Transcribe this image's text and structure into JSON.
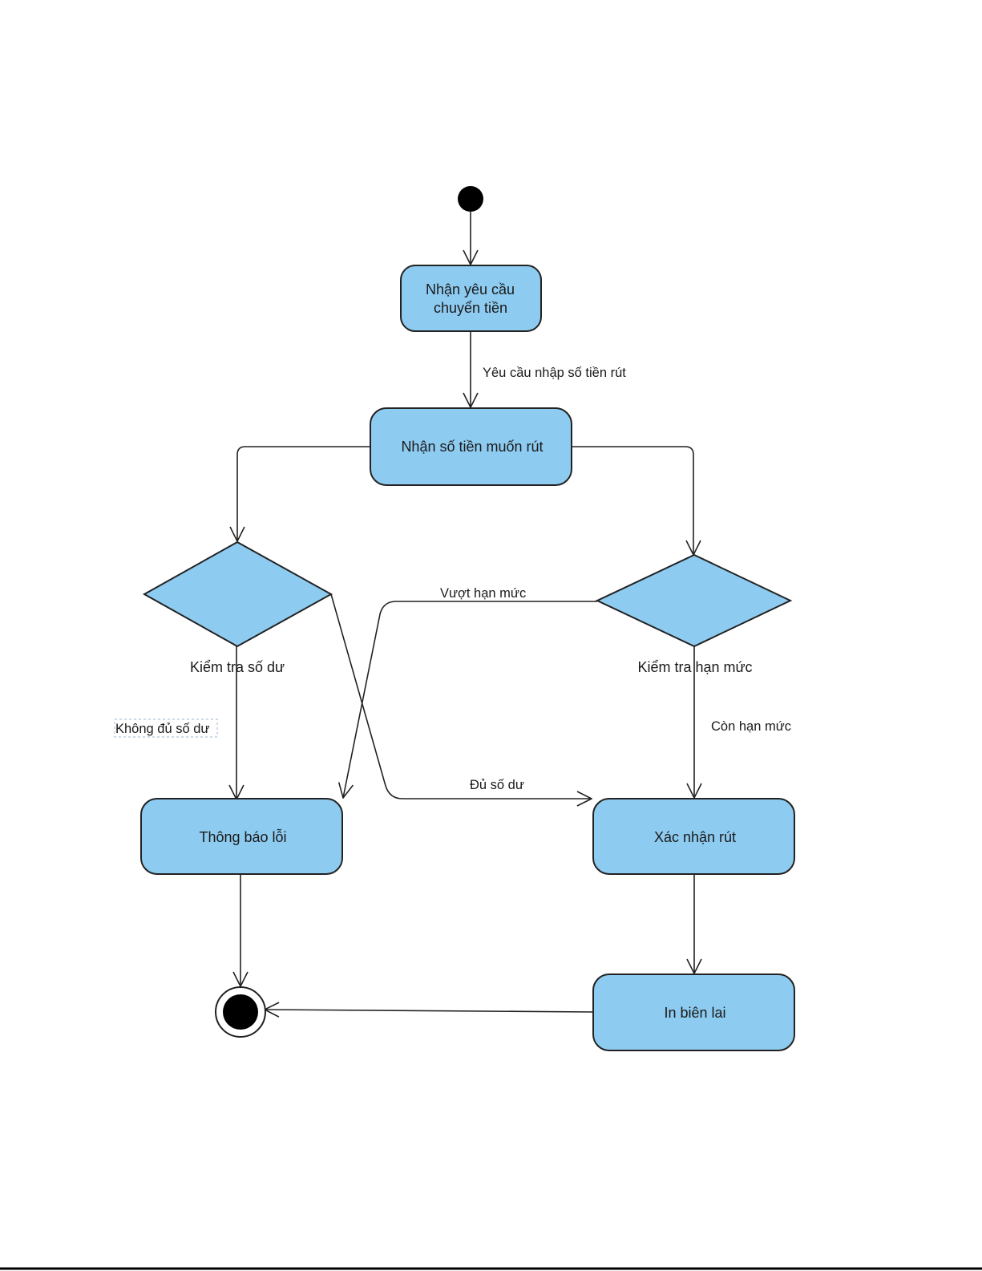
{
  "colors": {
    "node_fill": "#8ecbf0",
    "stroke": "#222222",
    "terminal": "#000000"
  },
  "nodes": {
    "receive_request": {
      "line1": "Nhận yêu cầu",
      "line2": "chuyển tiền"
    },
    "receive_amount": {
      "label": "Nhận số tiền muốn rút"
    },
    "check_balance": {
      "label": "Kiểm tra số dư"
    },
    "check_limit": {
      "label": "Kiểm tra hạn mức"
    },
    "error_notice": {
      "label": "Thông báo lỗi"
    },
    "confirm_withdraw": {
      "label": "Xác nhận rút"
    },
    "print_receipt": {
      "label": "In biên lai"
    }
  },
  "edges": {
    "request_amount": "Yêu cầu nhập số tiền rút",
    "insufficient_balance": "Không đủ số dư",
    "sufficient_balance": "Đủ số dư",
    "over_limit": "Vượt hạn mức",
    "within_limit": "Còn hạn mức"
  }
}
